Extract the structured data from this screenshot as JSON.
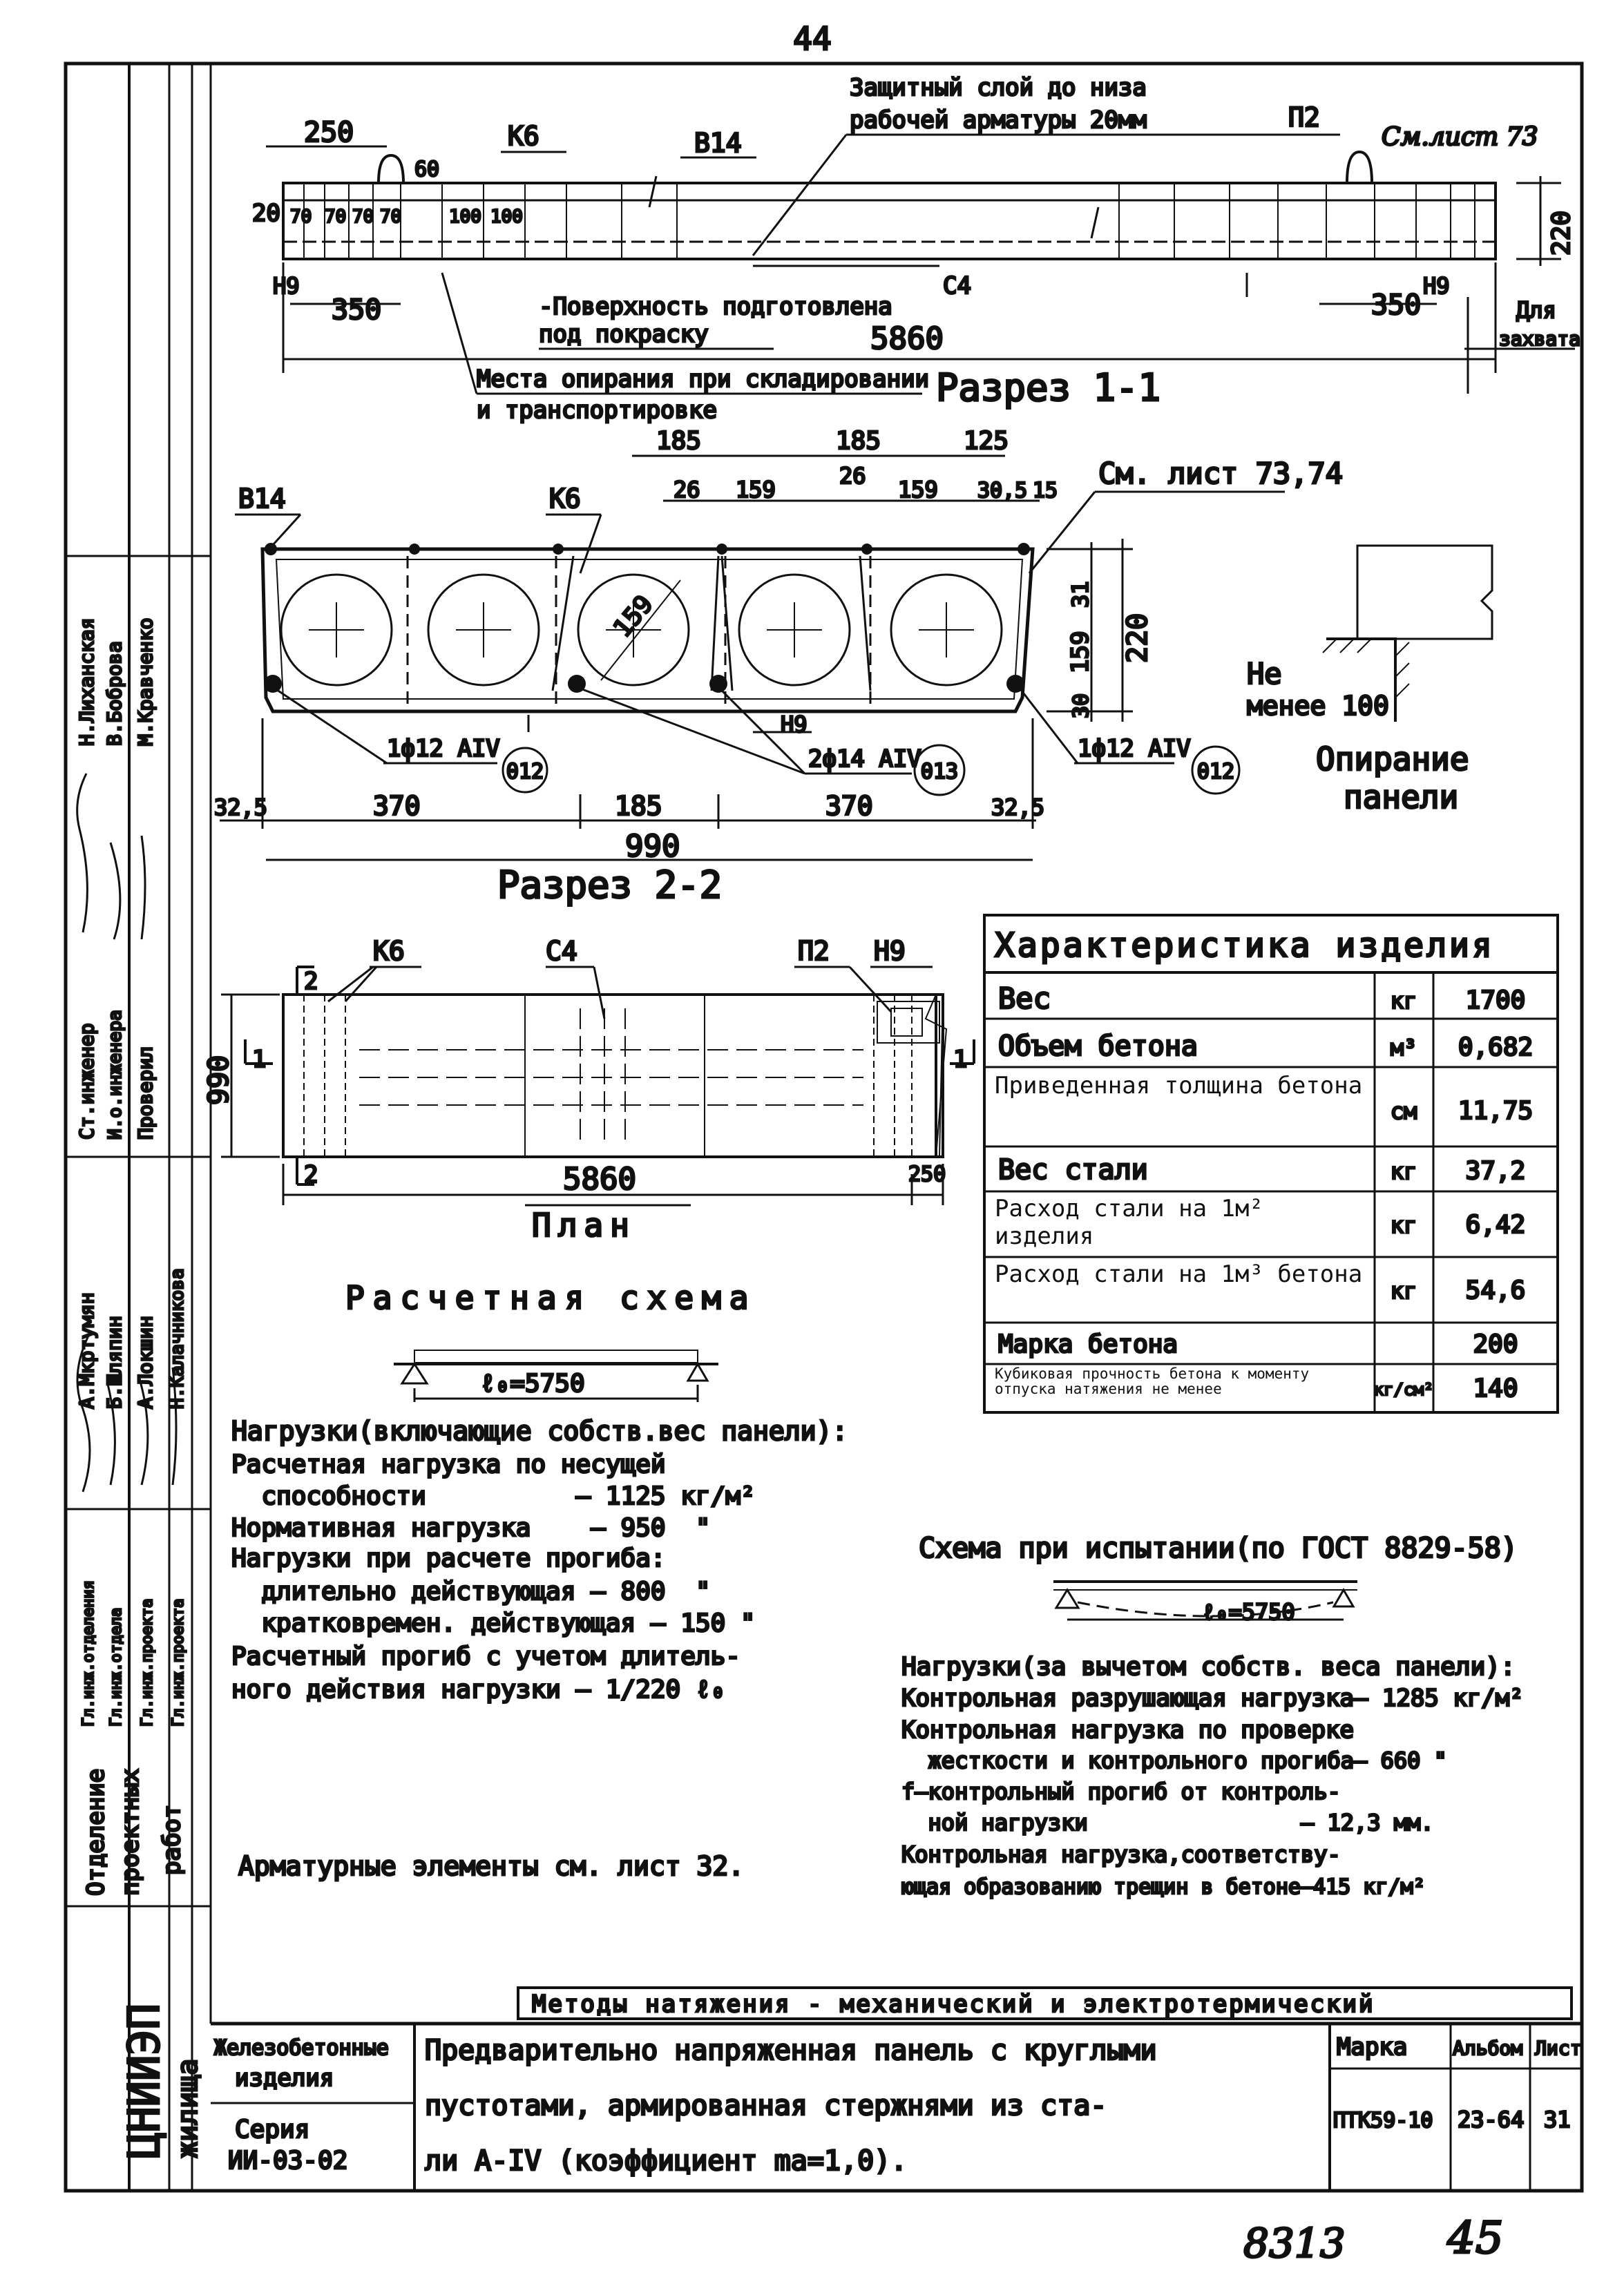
{
  "page_number": "44",
  "section_1_1": {
    "title": "Разрез 1-1",
    "protective_layer": [
      "Защитный слой до низа",
      "рабочей арматуры 20мм"
    ],
    "labels": {
      "k6": "К6",
      "v14": "В14",
      "p2": "П2",
      "n9_left": "Н9",
      "n9_right": "Н9",
      "s4": "С4",
      "see_sheet": "См.лист 73"
    },
    "dims": {
      "d250": "250",
      "d60": "60",
      "d20": "20",
      "d70": [
        "70",
        "70",
        "70",
        "70"
      ],
      "d100": [
        "100",
        "100"
      ],
      "d220": "220",
      "d350_left": "350",
      "d350_right": "350",
      "d5860": "5860"
    },
    "surface_note": [
      "-Поверхность подготовлена",
      "под покраску"
    ],
    "grip_note": [
      "Для",
      "захвата"
    ],
    "support_note": [
      "Места опирания при складировании",
      "и транспортировке"
    ]
  },
  "section_2_2": {
    "title": "Разрез 2-2",
    "labels": {
      "v14": "В14",
      "k6": "К6",
      "see_sheets": "См. лист 73,74",
      "n9": "Н9"
    },
    "top_dims": [
      "185",
      "185",
      "125"
    ],
    "second_dims": [
      "26",
      "159",
      "26",
      "159",
      "30,5",
      "15"
    ],
    "hole_dia": "159",
    "right_dims": [
      "31",
      "159",
      "30",
      "220"
    ],
    "rebars": [
      {
        "text": "1ф12 АIV",
        "mark": "012"
      },
      {
        "text": "2ф14 АIV",
        "mark": "013"
      },
      {
        "text": "1ф12 АIV",
        "mark": "012"
      }
    ],
    "bottom_dims": [
      "32,5",
      "370",
      "185",
      "370",
      "32,5"
    ],
    "total": "990"
  },
  "support_detail": {
    "note": [
      "Не",
      "менее 100"
    ],
    "title": [
      "Опирание",
      "панели"
    ]
  },
  "plan": {
    "title": "План",
    "labels": {
      "k6": "К6",
      "s4": "С4",
      "p2": "П2",
      "n9": "Н9",
      "cut2_top": "2",
      "cut2_bottom": "2",
      "cut1_left": "1",
      "cut1_right": "1"
    },
    "dims": {
      "width": "990",
      "length": "5860",
      "end": "250"
    }
  },
  "characteristics": {
    "title": "Характеристика изделия",
    "rows": [
      {
        "name": "Вес",
        "unit": "кг",
        "value": "1700"
      },
      {
        "name": "Объем бетона",
        "unit": "м³",
        "value": "0,682"
      },
      {
        "name": "Приведенная толщина бетона",
        "unit": "см",
        "value": "11,75"
      },
      {
        "name": "Вес стали",
        "unit": "кг",
        "value": "37,2"
      },
      {
        "name": "Расход стали на 1м² изделия",
        "unit": "кг",
        "value": "6,42"
      },
      {
        "name": "Расход стали на 1м³ бетона",
        "unit": "кг",
        "value": "54,6"
      },
      {
        "name": "Марка бетона",
        "unit": "",
        "value": "200"
      },
      {
        "name": "Кубиковая прочность бетона к моменту отпуска натяжения не менее",
        "unit": "кг/см²",
        "value": "140"
      }
    ]
  },
  "calc_scheme": {
    "title": "Расчетная схема",
    "span": "ℓ₀=5750"
  },
  "loads": {
    "lines": [
      "Нагрузки(включающие собств.вес панели):",
      "Расчетная нагрузка по несущей",
      "  способности          — 1125 кг/м²",
      "Нормативная нагрузка    — 950  \"",
      "Нагрузки при расчете прогиба:",
      "  длительно действующая — 800  \"",
      "  кратковремен. действующая — 150 \"",
      "Расчетный прогиб с учетом длитель-",
      "ного действия нагрузки — 1/220 ℓ₀"
    ]
  },
  "armature_note": "Арматурные элементы см. лист 32.",
  "test_scheme": {
    "title": "Схема при испытании(по ГОСТ 8829-58)",
    "span": "ℓ₀=5750",
    "lines": [
      "Нагрузки(за вычетом собств. веса панели):",
      "Контрольная разрушающая нагрузка— 1285 кг/м²",
      "Контрольная нагрузка по проверке",
      "  жесткости и контрольного прогиба— 660 \"",
      "f—контрольный прогиб от контроль-",
      "  ной нагрузки                — 12,3 мм.",
      "Контрольная нагрузка,соответству-",
      "ющая образованию трещин в бетоне—415 кг/м²"
    ]
  },
  "methods_note": "Методы натяжения - механический и электротермический",
  "stamp": {
    "org": [
      "ЦНИИЭП",
      "жилища"
    ],
    "dept": [
      "Отделение",
      "проектных",
      "работ"
    ],
    "roles": [
      "Гл.инж.отделения",
      "Гл.инж.отдела",
      "Гл.инж.проекта",
      "Гл.инж.проекта"
    ],
    "people": [
      "А.Мкртумян",
      "Б.Шляпин",
      "А.Локшин",
      "Н.Калачникова"
    ],
    "roles2": [
      "Ст.инженер",
      "И.о.инженера",
      "Проверил"
    ],
    "people2": [
      "Н.Лиханская",
      "В.Боброва",
      "М.Кравченко"
    ],
    "product": [
      "Железобетонные",
      "изделия"
    ],
    "series": [
      "Серия",
      "ИИ-03-02"
    ],
    "description": [
      "Предварительно напряженная панель с круглыми",
      "пустотами, армированная стержнями из ста-",
      "ли А-IV (коэффициент mа=1,0)."
    ],
    "mark_label": "Марка",
    "album_label": "Альбом",
    "sheet_label": "Лист",
    "mark": "ПТК59-10",
    "album": "23-64",
    "sheet": "31"
  },
  "footer": {
    "number": "8313",
    "page": "45"
  }
}
